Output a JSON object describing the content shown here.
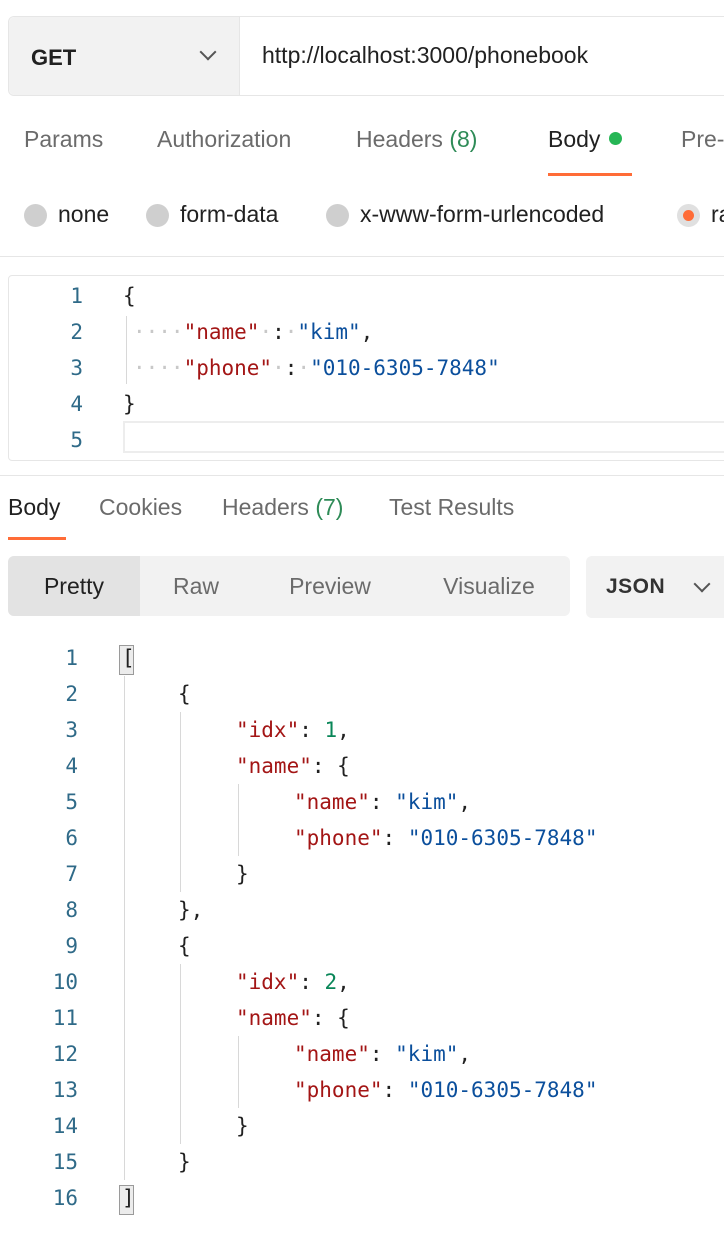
{
  "request": {
    "method": "GET",
    "url": "http://localhost:3000/phonebook"
  },
  "request_tabs": [
    {
      "label": "Params"
    },
    {
      "label": "Authorization"
    },
    {
      "label": "Headers",
      "count": "(8)"
    },
    {
      "label": "Body",
      "active": true
    },
    {
      "label": "Pre-"
    }
  ],
  "body_modes": [
    {
      "label": "none"
    },
    {
      "label": "form-data"
    },
    {
      "label": "x-www-form-urlencoded"
    },
    {
      "label": "ra",
      "selected": true
    }
  ],
  "request_body": {
    "line_numbers": [
      "1",
      "2",
      "3",
      "4",
      "5"
    ],
    "open_brace": "{",
    "close_brace": "}",
    "name_key": "\"name\"",
    "name_value": "\"kim\"",
    "phone_key": "\"phone\"",
    "phone_value": "\"010-6305-7848\""
  },
  "response_tabs": [
    {
      "label": "Body",
      "active": true
    },
    {
      "label": "Cookies"
    },
    {
      "label": "Headers",
      "count": "(7)"
    },
    {
      "label": "Test Results"
    }
  ],
  "view_modes": [
    {
      "label": "Pretty",
      "active": true
    },
    {
      "label": "Raw"
    },
    {
      "label": "Preview"
    },
    {
      "label": "Visualize"
    }
  ],
  "format": "JSON",
  "response_body": {
    "line_numbers": [
      "1",
      "2",
      "3",
      "4",
      "5",
      "6",
      "7",
      "8",
      "9",
      "10",
      "11",
      "12",
      "13",
      "14",
      "15",
      "16"
    ],
    "items": [
      {
        "idx": "1",
        "name": "\"kim\"",
        "phone": "\"010-6305-7848\""
      },
      {
        "idx": "2",
        "name": "\"kim\"",
        "phone": "\"010-6305-7848\""
      }
    ],
    "keys": {
      "idx": "\"idx\"",
      "name": "\"name\"",
      "phone": "\"phone\""
    }
  },
  "colors": {
    "accent": "#ff6c37",
    "success": "#26b655",
    "string": "#0b4f9c",
    "key": "#a31515",
    "number": "#098658"
  }
}
